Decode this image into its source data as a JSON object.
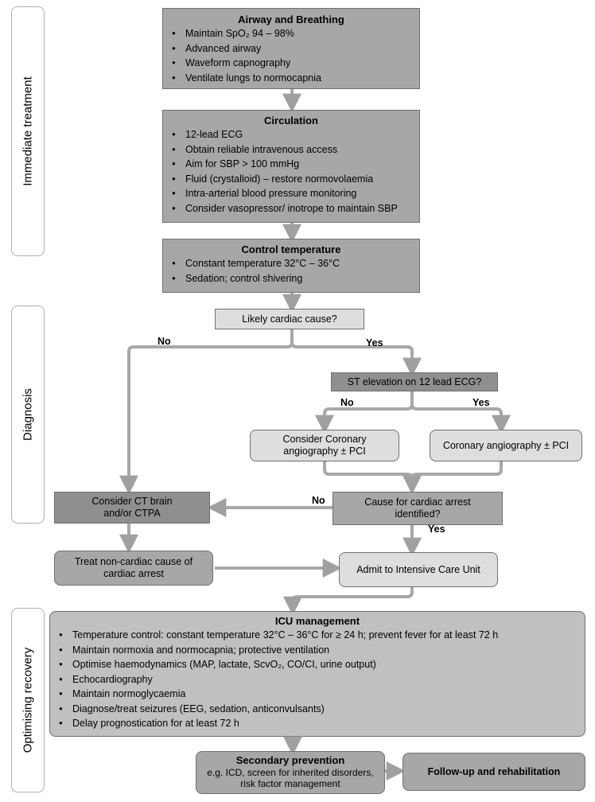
{
  "sections": {
    "immediate": "Immediate treatment",
    "diagnosis": "Diagnosis",
    "optimising": "Optimising recovery"
  },
  "airway": {
    "title": "Airway and Breathing",
    "items": [
      "Maintain SpO₂ 94 – 98%",
      "Advanced airway",
      "Waveform capnography",
      "Ventilate lungs to normocapnia"
    ]
  },
  "circulation": {
    "title": "Circulation",
    "items": [
      "12-lead ECG",
      "Obtain reliable intravenous access",
      "Aim for SBP > 100 mmHg",
      "Fluid (crystalloid) – restore normovolaemia",
      "Intra-arterial blood pressure monitoring",
      "Consider vasopressor/ inotrope to maintain SBP"
    ]
  },
  "temperature": {
    "title": "Control temperature",
    "items": [
      "Constant temperature 32°C – 36°C",
      "Sedation; control shivering"
    ]
  },
  "cardiac_q": "Likely cardiac cause?",
  "st_q": "ST elevation on 12 lead ECG?",
  "consider_angio": "Consider Coronary angiography ± PCI",
  "angio": "Coronary angiography ± PCI",
  "ct": "Consider CT brain and/or CTPA",
  "cause_q": "Cause for cardiac arrest identified?",
  "treat_noncardiac": "Treat non-cardiac cause of cardiac arrest",
  "admit": "Admit to Intensive Care Unit",
  "icu": {
    "title": "ICU management",
    "items": [
      "Temperature control: constant temperature 32°C – 36°C for ≥ 24 h; prevent fever for at least 72 h",
      "Maintain normoxia and normocapnia; protective ventilation",
      "Optimise haemodynamics (MAP, lactate, ScvO₂, CO/CI, urine output)",
      "Echocardiography",
      "Maintain normoglycaemia",
      "Diagnose/treat seizures (EEG, sedation, anticonvulsants)",
      "Delay prognostication for at least 72 h"
    ]
  },
  "secondary": {
    "title": "Secondary prevention",
    "text": "e.g. ICD, screen for inherited disorders, risk factor management"
  },
  "followup": "Follow-up and rehabilitation",
  "labels": {
    "no": "No",
    "yes": "Yes"
  }
}
